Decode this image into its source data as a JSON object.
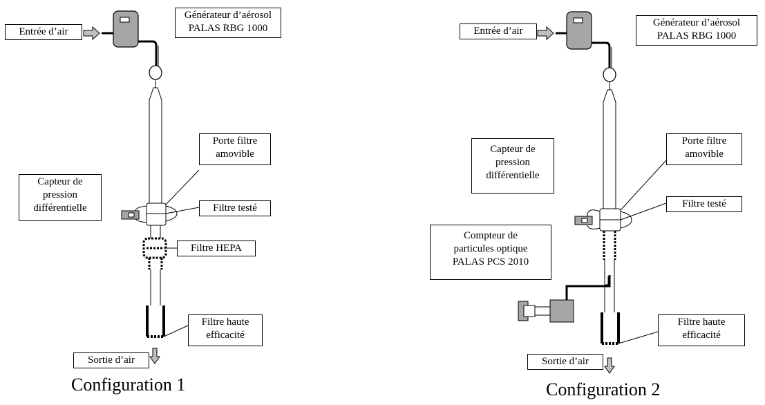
{
  "config1": {
    "caption": "Configuration 1",
    "labels": {
      "air_inlet": "Entrée d’air",
      "generator_line1": "Générateur d’aérosol",
      "generator_line2": "PALAS RBG 1000",
      "holder_line1": "Porte filtre",
      "holder_line2": "amovible",
      "sensor_line1": "Capteur de",
      "sensor_line2": "pression",
      "sensor_line3": "différentielle",
      "tested_filter": "Filtre testé",
      "hepa_filter": "Filtre HEPA",
      "hef_line1": "Filtre haute",
      "hef_line2": "efficacité",
      "air_outlet": "Sortie d’air"
    }
  },
  "config2": {
    "caption": "Configuration 2",
    "labels": {
      "air_inlet": "Entrée d’air",
      "generator_line1": "Générateur d’aérosol",
      "generator_line2": "PALAS RBG 1000",
      "holder_line1": "Porte filtre",
      "holder_line2": "amovible",
      "sensor_line1": "Capteur de",
      "sensor_line2": "pression",
      "sensor_line3": "différentielle",
      "tested_filter": "Filtre testé",
      "counter_line1": "Compteur de",
      "counter_line2": "particules optique",
      "counter_line3": "PALAS PCS 2010",
      "hef_line1": "Filtre haute",
      "hef_line2": "efficacité",
      "air_outlet": "Sortie d’air"
    }
  },
  "colors": {
    "device_fill": "#a6a6a6",
    "line": "#000000",
    "arrow_fill": "#bfbfbf"
  }
}
